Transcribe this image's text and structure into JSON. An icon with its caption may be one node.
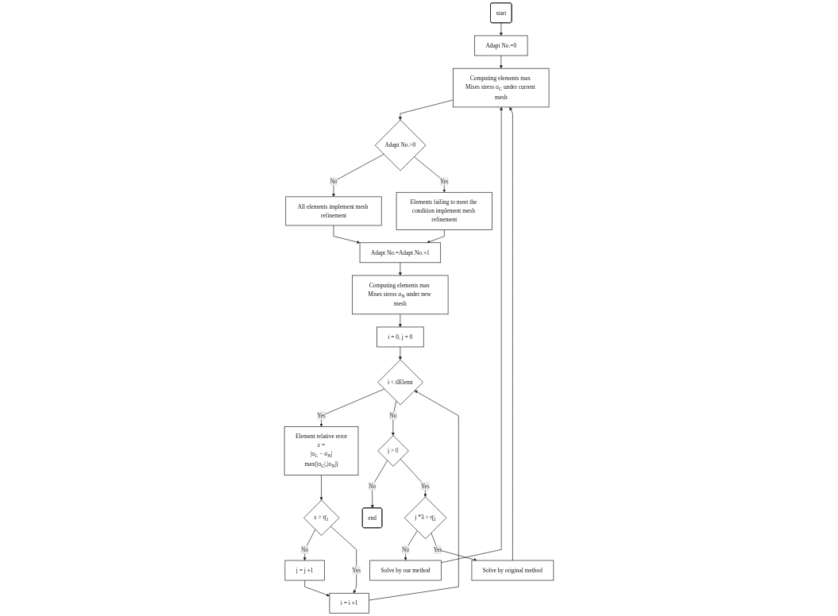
{
  "diagram": {
    "nodes": [
      {
        "text": [
          "start"
        ]
      },
      {
        "text": [
          "Adapt No.=0"
        ]
      },
      {
        "text": [
          "Computing elements max Mises stress σ$_{C}$ under current mesh"
        ]
      },
      {
        "text": [
          "Adapt No.>0"
        ]
      },
      {
        "text": [
          "All elements implement mesh refinement"
        ]
      },
      {
        "text": [
          "Elements failing to meet the condition implement mesh refinement"
        ]
      },
      {
        "text": [
          "Adapt No.=Adapt No.+1"
        ]
      },
      {
        "text": [
          "Computing elements max Mises stress σ$_{N}$ under new mesh"
        ]
      },
      {
        "text": [
          "i = 0, j = 0"
        ]
      },
      {
        "text": [
          "i < tlElemt"
        ]
      },
      {
        "text": [
          "Element relative error",
          "ε =",
          "|σ$_{C}$ − σ$_{N}$|",
          "max(|σ$_{C}$|,|σ$_{N}$|)"
        ]
      },
      {
        "text": [
          "ε > η̄$_{1}$"
        ]
      },
      {
        "text": [
          "j = j +1"
        ]
      },
      {
        "text": [
          "i = i +1"
        ]
      },
      {
        "text": [
          "j > 0"
        ]
      },
      {
        "text": [
          "end"
        ]
      },
      {
        "text": [
          "j *3 > η̄$_{2}$"
        ]
      },
      {
        "text": [
          "Solve by our method"
        ]
      },
      {
        "text": [
          "Solve by original method"
        ]
      }
    ],
    "edges": [
      {
        "from": 0,
        "to": 1,
        "arrow": "to"
      },
      {
        "from": 1,
        "to": 2,
        "arrow": "to"
      },
      {
        "from": 2,
        "to": 3,
        "arrow": "to"
      },
      {
        "from": 3,
        "to": 4,
        "arrow": "to",
        "label": "No"
      },
      {
        "from": 3,
        "to": 5,
        "arrow": "to",
        "label": "Yes"
      },
      {
        "from": 4,
        "to": 6,
        "arrow": "to"
      },
      {
        "from": 5,
        "to": 6,
        "arrow": "to"
      },
      {
        "from": 6,
        "to": 7,
        "arrow": "to"
      },
      {
        "from": 7,
        "to": 8,
        "arrow": "to"
      },
      {
        "from": 8,
        "to": 9,
        "arrow": "to"
      },
      {
        "from": 9,
        "to": 10,
        "arrow": "to",
        "label": "Yes"
      },
      {
        "from": 10,
        "to": 11,
        "arrow": "to"
      },
      {
        "from": 11,
        "to": 12,
        "arrow": "to",
        "label": "No"
      },
      {
        "from": 11,
        "to": 13,
        "arrow": "to",
        "label": "Yes"
      },
      {
        "from": 12,
        "to": 13,
        "arrow": "to"
      },
      {
        "from": 13,
        "to": 9,
        "arrow": "to"
      },
      {
        "from": 9,
        "to": 14,
        "arrow": "to",
        "label": "No"
      },
      {
        "from": 14,
        "to": 15,
        "arrow": "to",
        "label": "No"
      },
      {
        "from": 14,
        "to": 16,
        "arrow": "to",
        "label": "Yes"
      },
      {
        "from": 16,
        "to": 17,
        "arrow": "to",
        "label": "No"
      },
      {
        "from": 16,
        "to": 18,
        "arrow": "to",
        "label": "Yes"
      },
      {
        "from": 17,
        "to": 2,
        "arrow": "to"
      },
      {
        "from": 18,
        "to": 2,
        "arrow": "to"
      }
    ]
  }
}
